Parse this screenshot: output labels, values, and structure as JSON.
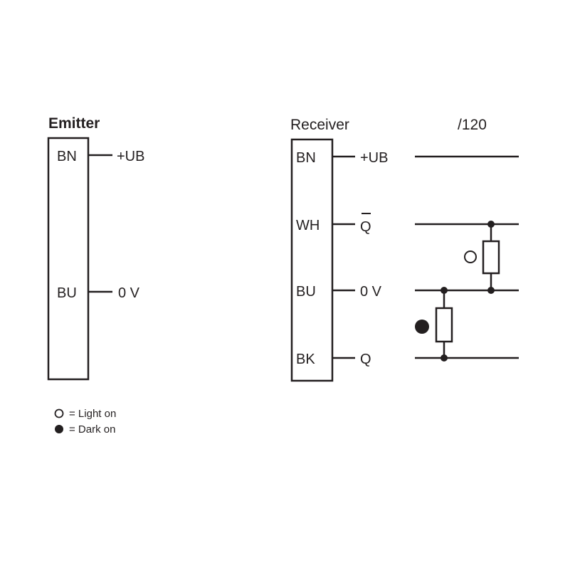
{
  "emitter": {
    "title": "Emitter",
    "pins": [
      {
        "wire": "BN",
        "signal": "+UB"
      },
      {
        "wire": "BU",
        "signal": "0 V"
      }
    ]
  },
  "receiver": {
    "title": "Receiver",
    "variant": "/120",
    "pins": [
      {
        "wire": "BN",
        "signal": "+UB"
      },
      {
        "wire": "WH",
        "signal": "Q",
        "overline": true
      },
      {
        "wire": "BU",
        "signal": "0 V"
      },
      {
        "wire": "BK",
        "signal": "Q"
      }
    ]
  },
  "legend": [
    {
      "symbol": "open-circle",
      "label": "= Light on"
    },
    {
      "symbol": "filled-circle",
      "label": "= Dark on"
    }
  ]
}
